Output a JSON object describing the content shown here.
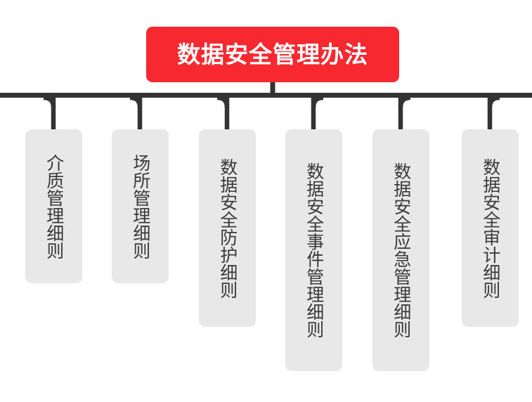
{
  "diagram": {
    "type": "org-chart",
    "orientation": "top-down",
    "title": "数据安全管理办法",
    "colors": {
      "root_fill": "#f7282f",
      "root_text": "#ffffff",
      "node_fill": "#e8e8e8",
      "node_text": "#3a3a3a",
      "connector": "#333333",
      "background": "#ffffff"
    },
    "root": {
      "label": "数据安全管理办法"
    },
    "children": [
      {
        "label": "介质管理细则",
        "chars": 6
      },
      {
        "label": "场所管理细则",
        "chars": 6
      },
      {
        "label": "数据安全防护细则",
        "chars": 8
      },
      {
        "label": "数据安全事件管理细则",
        "chars": 10
      },
      {
        "label": "数据安全应急管理细则",
        "chars": 10
      },
      {
        "label": "数据安全审计细则",
        "chars": 8
      }
    ]
  }
}
